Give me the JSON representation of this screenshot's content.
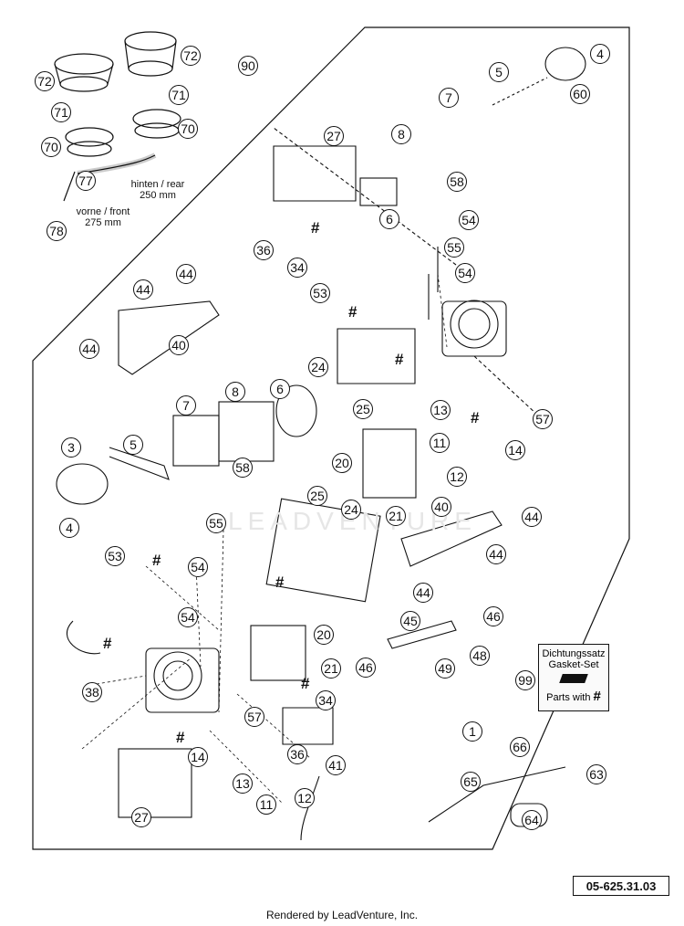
{
  "diagram": {
    "drawing_code": "05-625.31.03",
    "footer": "Rendered by LeadVenture, Inc.",
    "watermark": "LEADVENTURE",
    "notes": {
      "rear": "hinten / rear",
      "rear_len": "250 mm",
      "front": "vorne / front",
      "front_len": "275 mm"
    },
    "gasket_set": {
      "line1": "Dichtungssatz",
      "line2": "Gasket-Set",
      "parts": "Parts with",
      "hash": "#"
    },
    "hash_symbol": "#",
    "callouts": [
      "72",
      "72",
      "71",
      "71",
      "70",
      "70",
      "77",
      "78",
      "90",
      "4",
      "5",
      "60",
      "7",
      "8",
      "58",
      "6",
      "27",
      "36",
      "34",
      "54",
      "55",
      "54",
      "44",
      "44",
      "44",
      "40",
      "53",
      "24",
      "25",
      "13",
      "57",
      "14",
      "11",
      "12",
      "3",
      "5",
      "7",
      "8",
      "58",
      "6",
      "4",
      "20",
      "21",
      "55",
      "25",
      "24",
      "40",
      "44",
      "44",
      "44",
      "53",
      "54",
      "54",
      "20",
      "21",
      "45",
      "46",
      "46",
      "48",
      "49",
      "99",
      "38",
      "57",
      "34",
      "36",
      "14",
      "13",
      "11",
      "12",
      "41",
      "1",
      "66",
      "63",
      "65",
      "64",
      "27"
    ]
  },
  "colors": {
    "ink": "#111111",
    "watermark": "#e6e6e6"
  }
}
